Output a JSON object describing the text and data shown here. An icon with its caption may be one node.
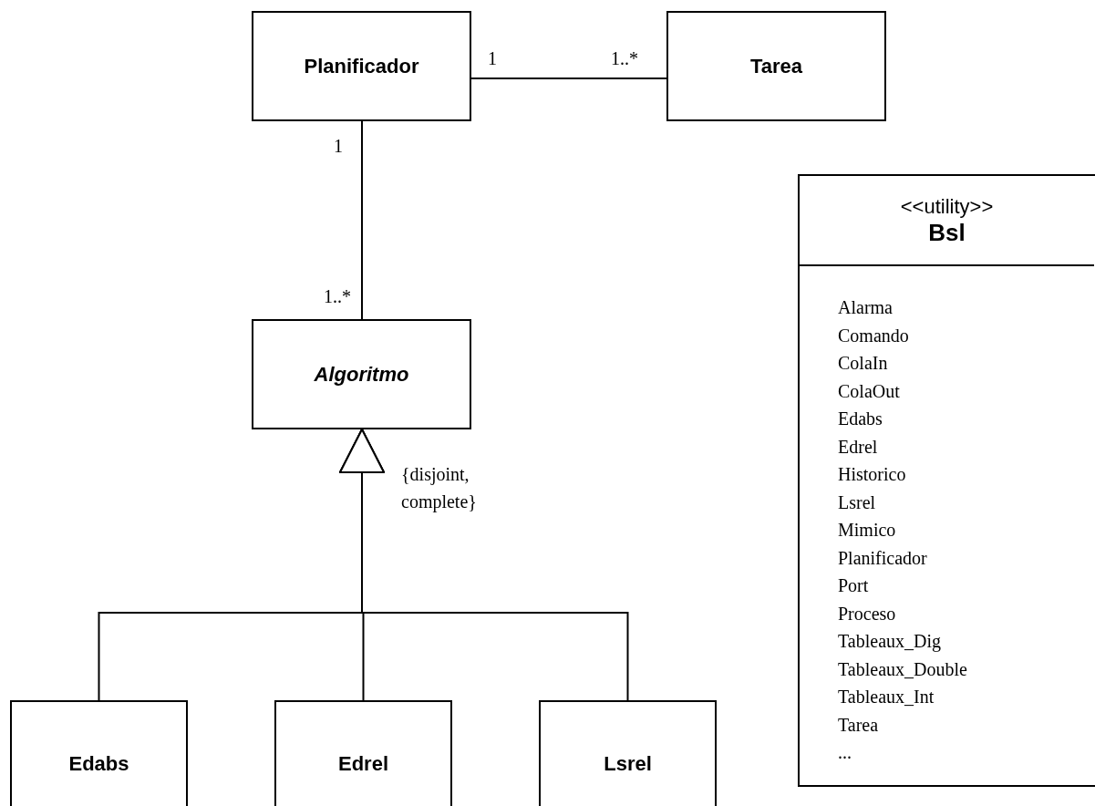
{
  "diagram": {
    "nodes": [
      {
        "text": [
          "Planificador"
        ]
      },
      {
        "text": [
          "Tarea"
        ]
      },
      {
        "text": [
          "Algoritmo"
        ]
      },
      {
        "text": [
          "Edabs"
        ]
      },
      {
        "text": [
          "Edrel"
        ]
      },
      {
        "text": [
          "Lsrel"
        ]
      },
      {
        "text": [
          "<<utility>>",
          "Bsl",
          "Alarma",
          "Comando",
          "ColaIn",
          "ColaOut",
          "Edabs",
          "Edrel",
          "Historico",
          "Lsrel",
          "Mimico",
          "Planificador",
          "Port",
          "Proceso",
          "Tableaux_Dig",
          "Tableaux_Double",
          "Tableaux_Int",
          "Tarea",
          "..."
        ]
      }
    ],
    "edges": [
      {
        "from": 0,
        "to": 1,
        "arrow": "none"
      },
      {
        "from": 0,
        "to": 2,
        "arrow": "none"
      },
      {
        "from": 3,
        "to": 2,
        "arrow": "to"
      },
      {
        "from": 4,
        "to": 2,
        "arrow": "to"
      },
      {
        "from": 5,
        "to": 2,
        "arrow": "to"
      }
    ],
    "labels": [
      "1",
      "1..*",
      "1",
      "1..*",
      "{disjoint, complete}"
    ]
  }
}
